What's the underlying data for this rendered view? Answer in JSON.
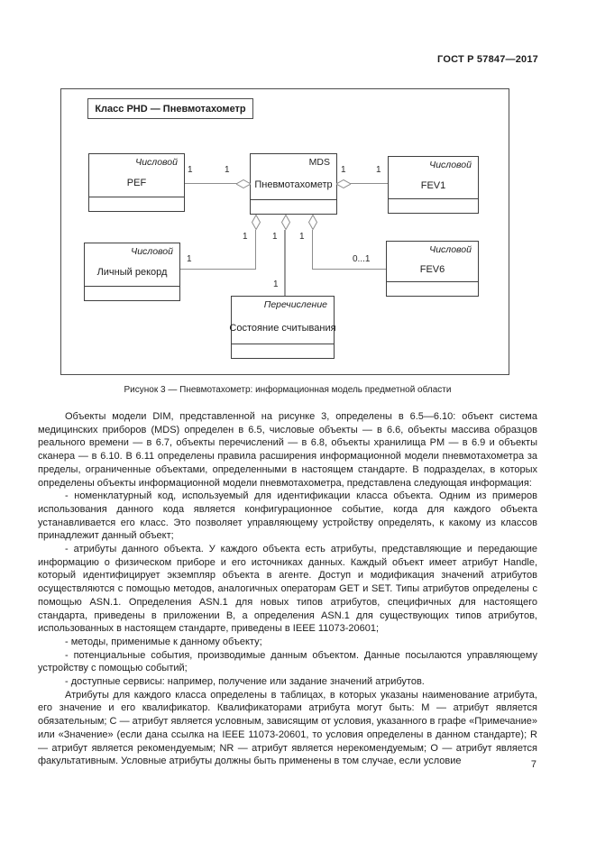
{
  "page": {
    "header": "ГОСТ Р 57847—2017",
    "page_number": "7"
  },
  "figure": {
    "title_box": "Класс PHD — Пневмотахометр",
    "caption": "Рисунок 3 — Пневмотахометр: информационная модель предметной области",
    "classes": [
      {
        "stereotype": "Числовой",
        "name": "PEF"
      },
      {
        "stereotype": "MDS",
        "name": "Пневмотахометр"
      },
      {
        "stereotype": "Числовой",
        "name": "FEV1"
      },
      {
        "stereotype": "Числовой",
        "name": "Личный рекорд"
      },
      {
        "stereotype": "Числовой",
        "name": "FEV6"
      },
      {
        "stereotype": "Перечисление",
        "name": "Состояние считывания"
      }
    ],
    "multiplicities": {
      "pef_near": "1",
      "pef_far": "1",
      "fev1_near": "1",
      "fev1_far": "1",
      "bottom_left": "1",
      "bottom_mid": "1",
      "bottom_right": "1",
      "personal": "1",
      "fev6": "0...1",
      "enum": "1"
    }
  },
  "body": {
    "paragraphs": [
      {
        "text": "Объекты модели DIM, представленной на рисунке 3, определены в 6.5—6.10: объект система медицинских приборов (MDS) определен в 6.5, числовые объекты — в 6.6, объекты массива образцов реального времени — в 6.7, объекты перечислений — в 6.8, объекты хранилища PM — в 6.9 и объекты сканера — в 6.10. В 6.11 определены правила расширения информационной модели пневмотахометра за пределы, ограниченные объектами, определенными в настоящем стандарте. В подразделах, в которых определены объекты информационной модели пневмотахометра, представлена следующая информация:"
      },
      {
        "text": "- номенклатурный код, используемый для идентификации класса объекта. Одним из примеров использования данного кода является конфигурационное событие, когда для каждого объекта устанавливается его класс. Это позволяет управляющему устройству определять, к какому из классов принадлежит данный объект;"
      },
      {
        "text": "- атрибуты данного объекта. У каждого объекта есть атрибуты, представляющие и передающие информацию о физическом приборе и его источниках данных. Каждый объект имеет атрибут Handle, который идентифицирует экземпляр объекта в агенте. Доступ и модификация значений атрибутов осуществляются с помощью методов, аналогичных операторам GET и SET. Типы атрибутов определены с помощью ASN.1. Определения ASN.1 для новых типов атрибутов, специфичных для настоящего стандарта, приведены в приложении В, а определения ASN.1 для существующих типов атрибутов, использованных в настоящем стандарте, приведены в IEEE 11073-20601;"
      },
      {
        "text": "- методы, применимые к данному объекту;"
      },
      {
        "text": "- потенциальные события, производимые данным объектом. Данные посылаются управляющему устройству с помощью событий;"
      },
      {
        "text": "- доступные сервисы: например, получение или задание значений атрибутов."
      },
      {
        "text": "Атрибуты для каждого класса определены в таблицах, в которых указаны наименование атрибута, его значение и его квалификатор. Квалификаторами атрибута могут быть: М — атрибут является обязательным; С — атрибут является условным, зависящим от условия, указанного в графе «Примечание» или «Значение» (если дана ссылка на IEEE 11073-20601, то условия определены в данном стандарте); R — атрибут является рекомендуемым; NR — атрибут является нерекомендуемым; О — атрибут является факультативным. Условные атрибуты должны быть применены в том случае, если условие"
      }
    ]
  }
}
